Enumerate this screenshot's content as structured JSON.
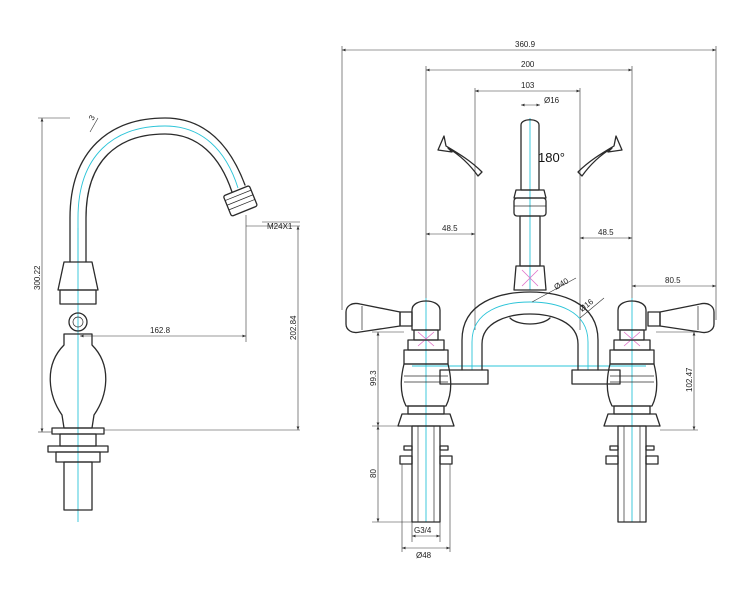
{
  "dimensions": {
    "total_width": "360.9",
    "outer_width": "200",
    "centre_width": "103",
    "spout_dia": "Ø16",
    "rotation": "180°",
    "left_offset": "48.5",
    "right_offset": "48.5",
    "handle_reach": "80.5",
    "bridge_dia": "Ø40",
    "bridge_pipe_dia": "Ø16",
    "left_height": "99.3",
    "right_height": "102.47",
    "shank_length": "80",
    "thread": "G3/4",
    "base_dia": "Ø48",
    "side_height": "300.22",
    "spout_reach": "162.8",
    "spout_height": "202.84",
    "outlet_thread": "M24X1",
    "spout_tube": "3"
  }
}
